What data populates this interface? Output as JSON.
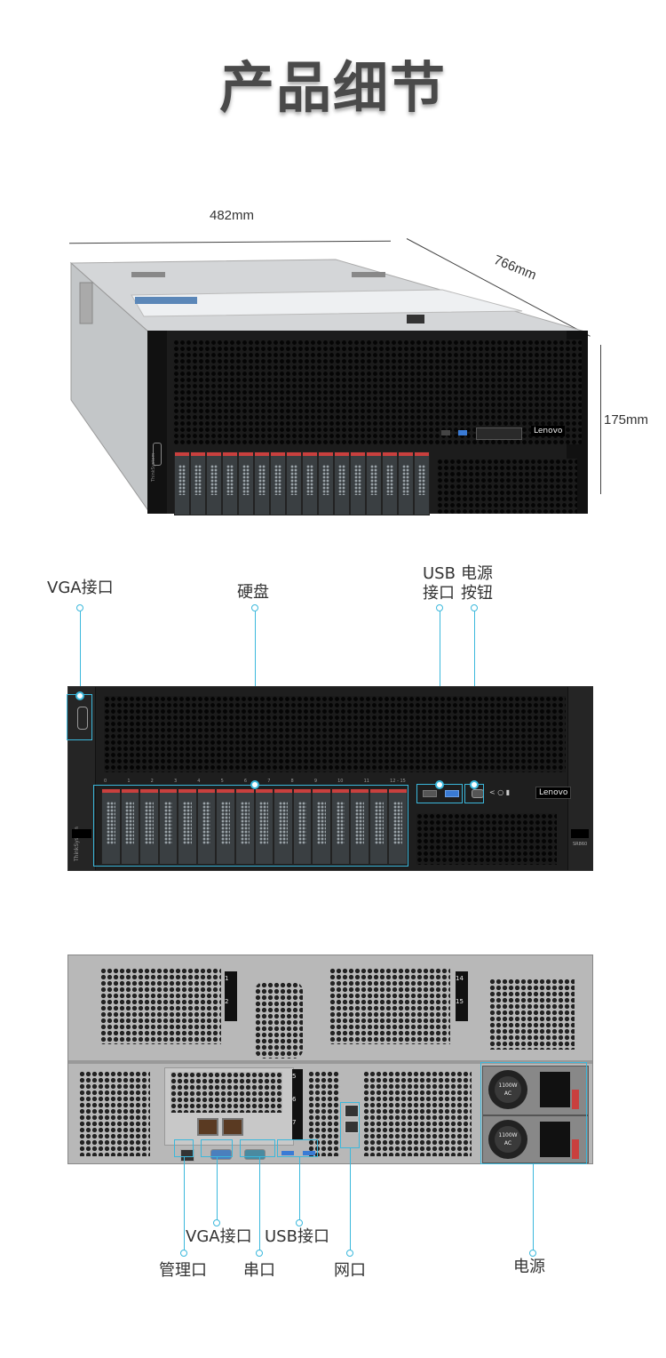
{
  "page_title": "产品细节",
  "dimensions": {
    "width": "482mm",
    "depth": "766mm",
    "height": "175mm"
  },
  "server_3d": {
    "brand": "Lenovo",
    "series": "ThinkSystem",
    "drive_bays": 16
  },
  "front_view": {
    "callouts": [
      {
        "id": "vga",
        "label": "VGA接口"
      },
      {
        "id": "hdd",
        "label": "硬盘"
      },
      {
        "id": "usb",
        "label_line1": "USB",
        "label_line2": "接口"
      },
      {
        "id": "power_button",
        "label_line1": "电源",
        "label_line2": "按钮"
      }
    ],
    "bay_numbers": [
      "0",
      "1",
      "2",
      "3",
      "4",
      "5",
      "6",
      "7",
      "8",
      "9",
      "10",
      "11",
      "12 - 15"
    ],
    "brand": "Lenovo",
    "model": "SR860",
    "series": "ThinkSystem"
  },
  "rear_view": {
    "slot_labels": [
      "1",
      "2",
      "14",
      "15",
      "5",
      "6",
      "7"
    ],
    "psu_rating": "1100W",
    "psu_type": "AC",
    "callouts": [
      {
        "id": "mgmt",
        "label": "管理口"
      },
      {
        "id": "vga",
        "label": "VGA接口"
      },
      {
        "id": "serial",
        "label": "串口"
      },
      {
        "id": "usb",
        "label": "USB接口"
      },
      {
        "id": "network",
        "label": "网口"
      },
      {
        "id": "psu",
        "label": "电源"
      }
    ]
  },
  "colors": {
    "accent": "#3bb8dc",
    "title": "#4a4a4a",
    "bezel": "#1b1b1b",
    "drive_tag": "#c9403e",
    "chassis_rear": "#b8b8b8"
  }
}
